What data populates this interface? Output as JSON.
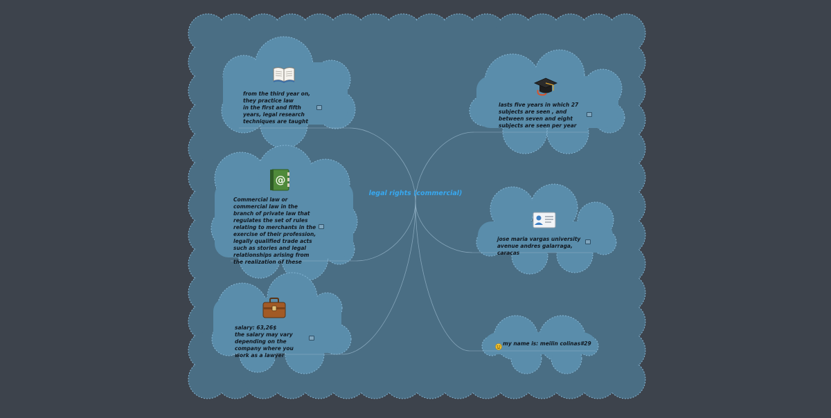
{
  "map": {
    "central_topic": "legal rights (commercial)",
    "nodes": [
      {
        "id": "practice",
        "icon": "open-book-icon",
        "text": "from the third year on, they practice law\nin the first and fifth years, legal research techniques are taught"
      },
      {
        "id": "definition",
        "icon": "address-book-icon",
        "text": "Commercial law or commercial law in the branch of private law that regulates the set of rules relating to merchants in the exercise of their profession, legally qualified trade acts such as stories and legal relationships arising from the realization of these"
      },
      {
        "id": "salary",
        "icon": "briefcase-icon",
        "text": "salary: 63,26$\nthe salary may vary depending on the company where you work as a lawyer"
      },
      {
        "id": "duration",
        "icon": "graduation-cap-icon",
        "text": "lasts five years in which 27 subjects are seen , and between seven and eight subjects are seen per year"
      },
      {
        "id": "university",
        "icon": "id-card-icon",
        "text": "jose maria vargas university\navenue andres galarraga, caracas"
      },
      {
        "id": "author",
        "icon": "emoji-face-icon",
        "text": "my name is: meilin colinas#29"
      }
    ]
  },
  "colors": {
    "background": "#3d434c",
    "outer_cloud": "#4a6e84",
    "node_cloud": "#5a8dab",
    "dashed_outline": "#86b7d6",
    "connector": "#9ab8cc",
    "central_text": "#37a8f0"
  }
}
